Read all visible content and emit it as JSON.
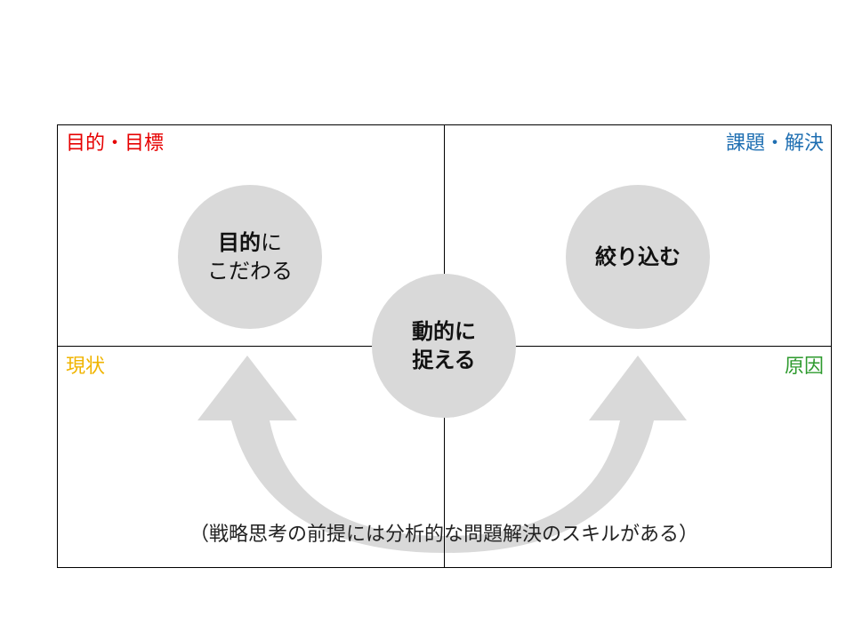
{
  "quadrants": {
    "top_left": {
      "label": "目的・目標",
      "color": "#e60000"
    },
    "top_right": {
      "label": "課題・解決",
      "color": "#1f6fb2"
    },
    "bottom_left": {
      "label": "現状",
      "color": "#f0b400"
    },
    "bottom_right": {
      "label": "原因",
      "color": "#2e9a2e"
    }
  },
  "circles": {
    "purpose": {
      "line1_bold": "目的",
      "line1_rest": "に",
      "line2": "こだわる"
    },
    "dynamic": {
      "line1": "動的に",
      "line2": "捉える"
    },
    "narrow": {
      "text": "絞り込む"
    }
  },
  "caption": "（戦略思考の前提には分析的な問題解決のスキルがある）",
  "colors": {
    "circle_fill": "#d9d9d9",
    "arrow_fill": "#d9d9d9",
    "grid_line": "#000000"
  }
}
